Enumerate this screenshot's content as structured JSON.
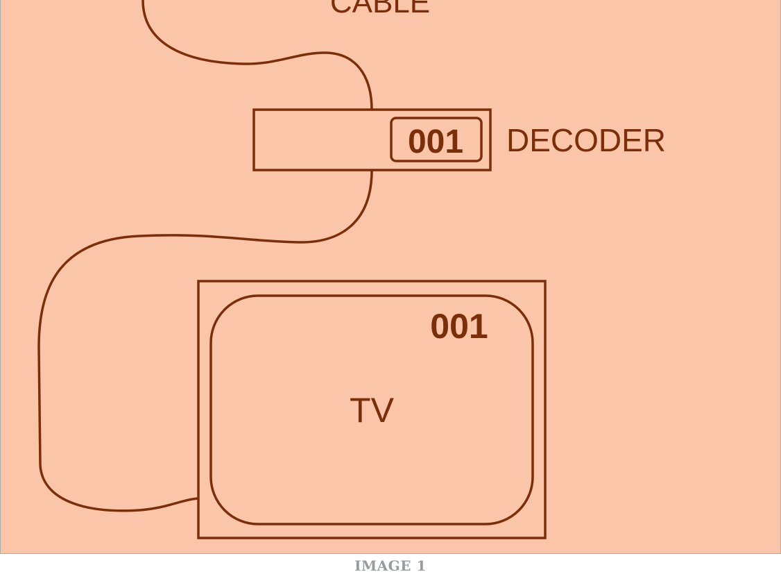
{
  "labels": {
    "cable": "CABLE",
    "decoder": "DECODER",
    "decoder_display": "001",
    "tv": "TV",
    "tv_channel": "001"
  },
  "caption": "IMAGE 1",
  "colors": {
    "background": "#fbc5a9",
    "stroke": "#7a2e0a"
  }
}
